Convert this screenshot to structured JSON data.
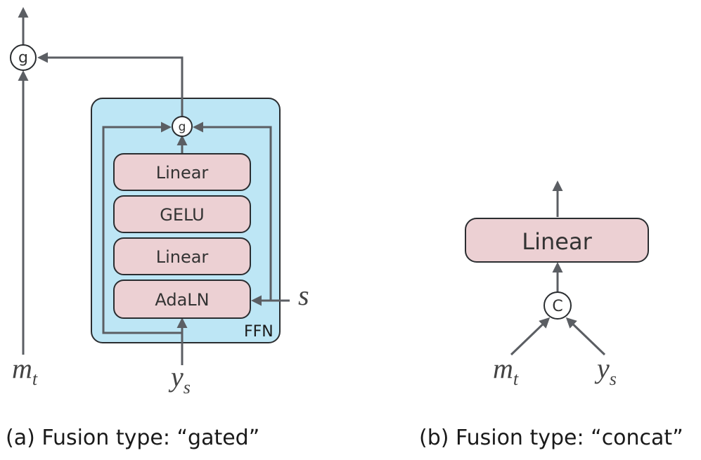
{
  "colors": {
    "line": "#5b5e63",
    "ffn_fill": "#bde6f5",
    "ffn_stroke": "#2a2d30",
    "block_fill": "#ecd0d3",
    "block_stroke": "#2a2d30",
    "text": "#333333"
  },
  "gated": {
    "outer_gate_symbol": "g",
    "inner_gate_symbol": "g",
    "ffn_label": "FFN",
    "layers": [
      "Linear",
      "GELU",
      "Linear",
      "AdaLN"
    ],
    "inputs": {
      "m": "m",
      "m_sub": "t",
      "y": "y",
      "y_sub": "s",
      "s": "s"
    },
    "caption": "(a) Fusion type: “gated”"
  },
  "concat": {
    "concat_symbol": "C",
    "layer": "Linear",
    "inputs": {
      "m": "m",
      "m_sub": "t",
      "y": "y",
      "y_sub": "s"
    },
    "caption": "(b) Fusion type: “concat”"
  }
}
